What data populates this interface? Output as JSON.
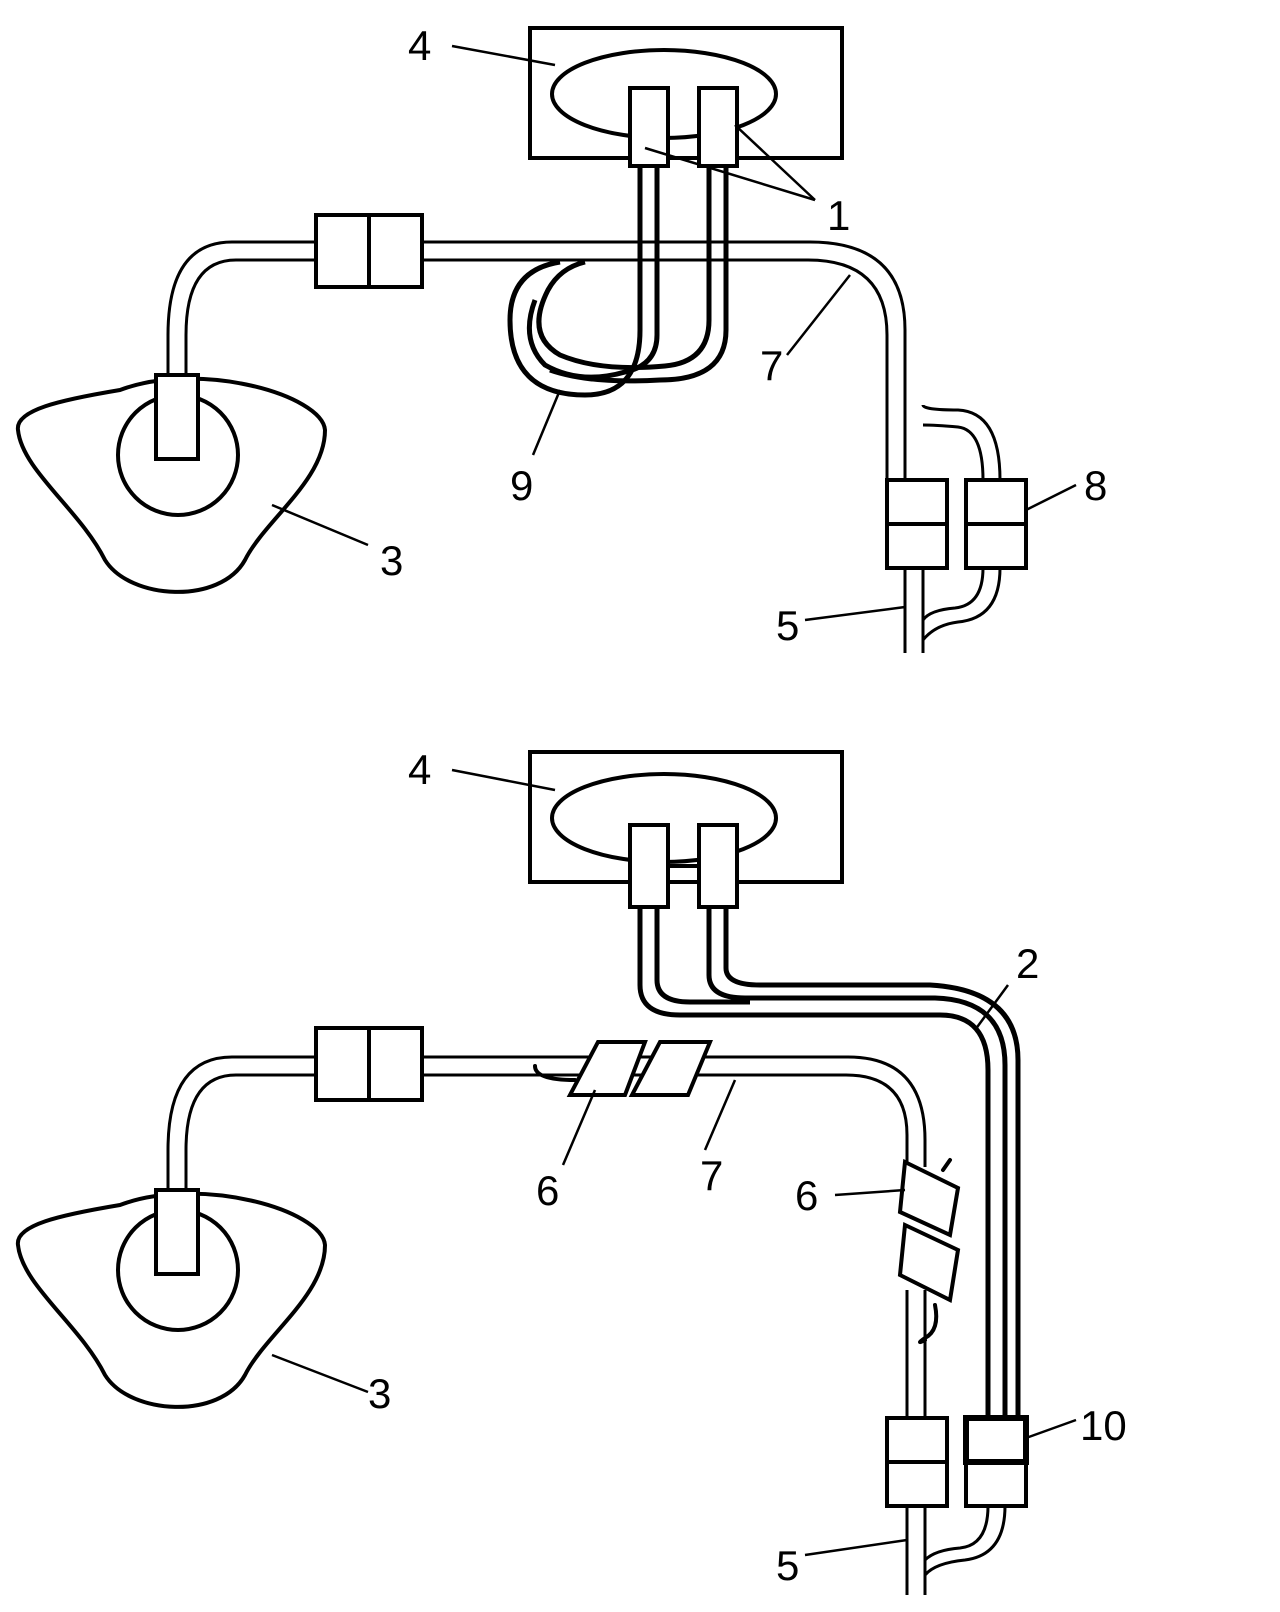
{
  "figure_top": {
    "labels": {
      "device": "4",
      "connectors": "1",
      "mask": "3",
      "tube": "7",
      "coil": "9",
      "valve_block": "8",
      "supply_line": "5"
    }
  },
  "figure_bottom": {
    "labels": {
      "device": "4",
      "hose": "2",
      "mask": "3",
      "clip_left": "6",
      "tube": "7",
      "clip_right": "6",
      "valve_block": "10",
      "supply_line": "5"
    }
  },
  "colors": {
    "line": "#000000",
    "background": "#ffffff"
  }
}
